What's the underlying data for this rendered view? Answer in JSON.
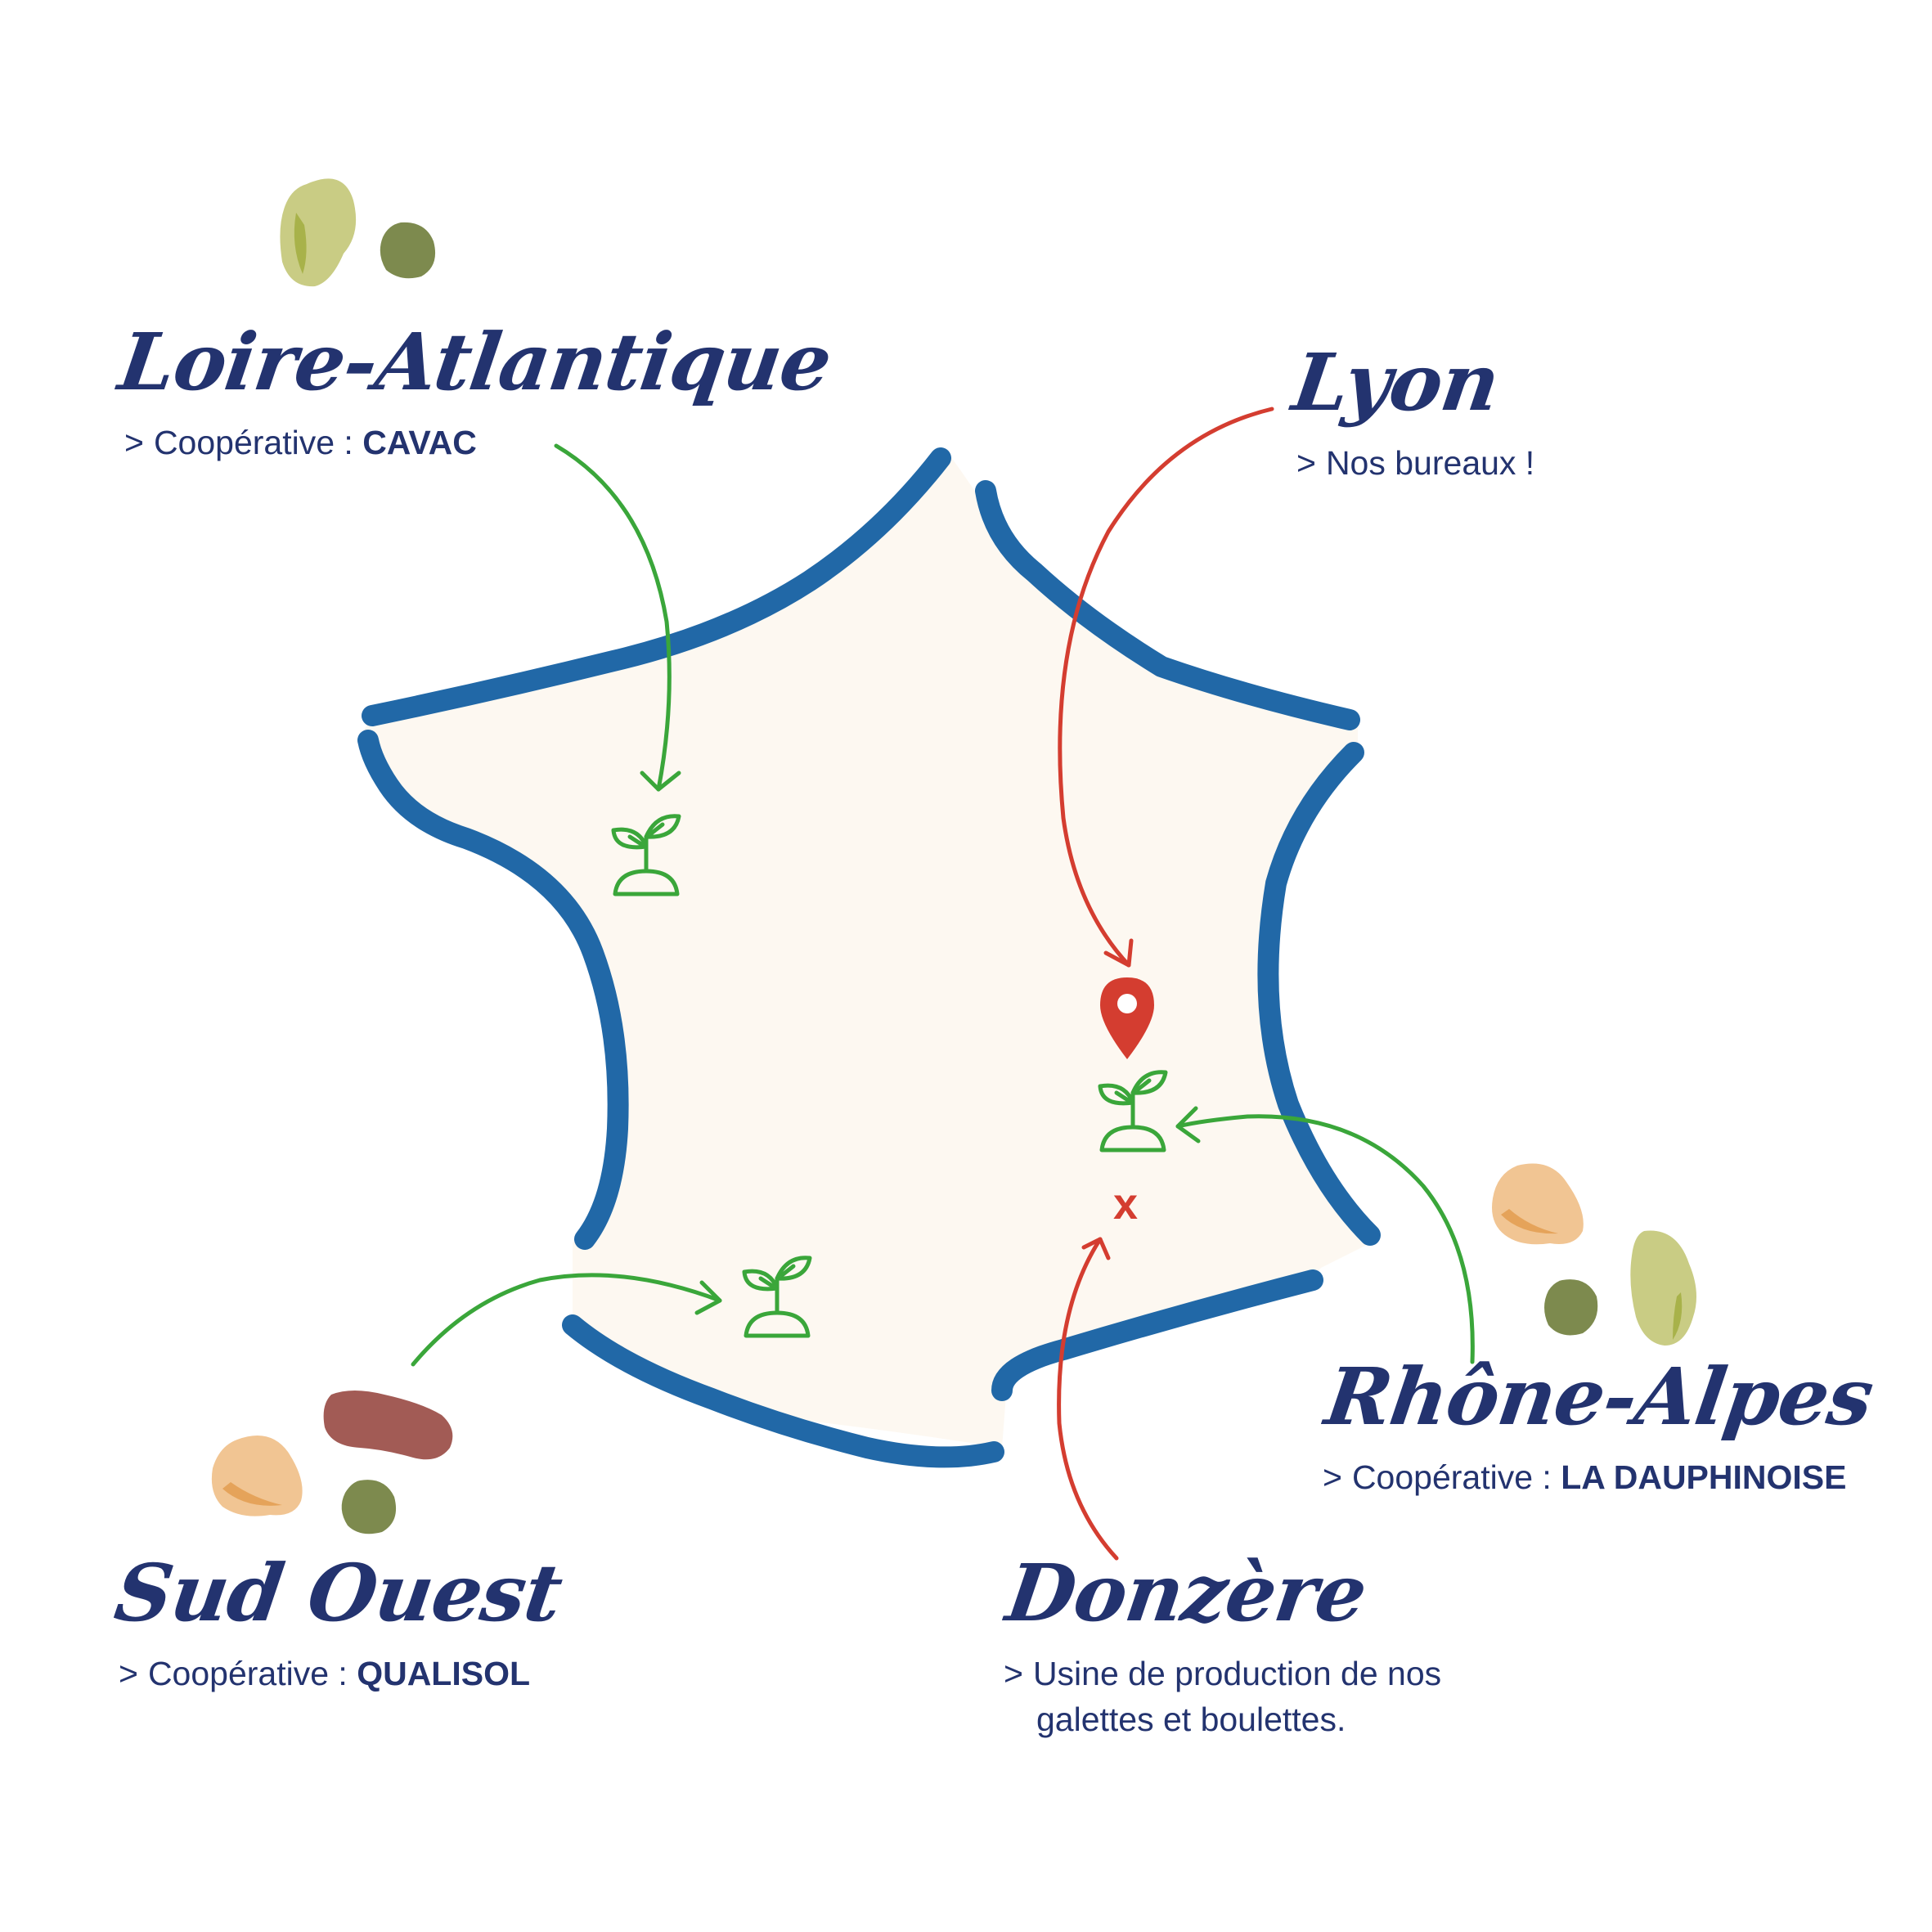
{
  "colors": {
    "outline": "#2168a7",
    "fill": "#fdf8f1",
    "text": "#23336f",
    "green_arrow": "#3aa63a",
    "red_arrow": "#d43d30",
    "pea_light": "#c9cc84",
    "pea_dark": "#7d8a4e",
    "chickpea": "#f1c593",
    "bean_red": "#a25b55"
  },
  "regions": {
    "loire": {
      "title": "Loire-Atlantique",
      "prefix": ">",
      "sub": "Coopérative : ",
      "coop": "CAVAC"
    },
    "lyon": {
      "title": "Lyon",
      "prefix": ">",
      "sub": "Nos bureaux !"
    },
    "rhone": {
      "title": "Rhône-Alpes",
      "prefix": ">",
      "sub": "Coopérative : ",
      "coop": "LA DAUPHINOISE"
    },
    "sud": {
      "title": "Sud Ouest",
      "prefix": ">",
      "sub": "Coopérative : ",
      "coop": "QUALISOL"
    },
    "donzere": {
      "title": "Donzère",
      "prefix": ">",
      "line1": "Usine de production de nos",
      "line2": "galettes et boulettes."
    }
  },
  "map_marks": {
    "factory_marker": "x",
    "icons": [
      "sprout-icon-loire",
      "sprout-icon-rhone",
      "sprout-icon-sud",
      "location-pin-icon"
    ]
  }
}
